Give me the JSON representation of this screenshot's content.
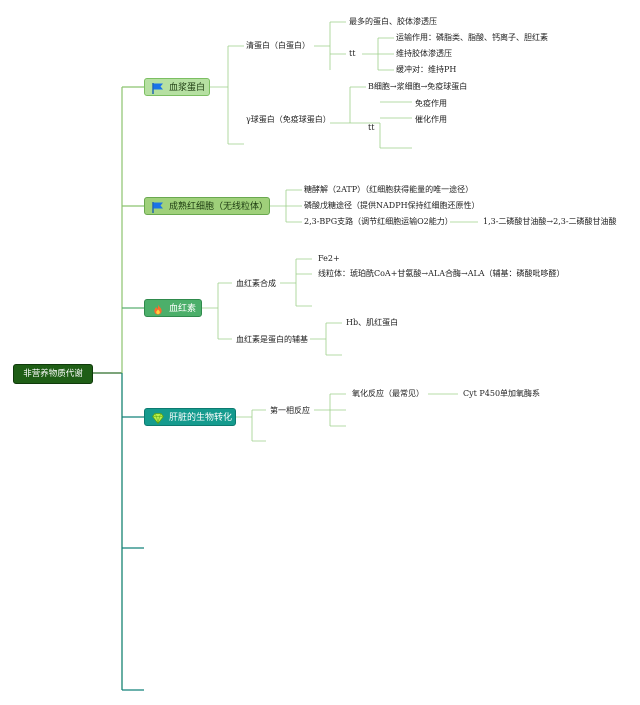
{
  "root": "非营养物质代谢",
  "branches": [
    {
      "label": "血浆蛋白",
      "icon": "flag-icon"
    },
    {
      "label": "成熟红细胞（无线粒体）",
      "icon": "flag-icon"
    },
    {
      "label": "血红素",
      "icon": "fire-icon"
    },
    {
      "label": "肝脏的生物转化",
      "icon": "gem-icon"
    }
  ],
  "b1": {
    "albumin": "清蛋白（白蛋白）",
    "albumin_c1": "最多的蛋白、胶体渗透压",
    "tt1": "tt",
    "transport": "运输作用：磷脂类、脂酸、钙离子、胆红素",
    "osmotic": "维持胶体渗透压",
    "buffer": "缓冲对：维持PH",
    "gamma": "γ球蛋白（免疫球蛋白）",
    "bcell": "B细胞→浆细胞→免疫球蛋白",
    "tt2": "tt",
    "immune": "免疫作用",
    "catalytic": "催化作用"
  },
  "b2": {
    "glycolysis": "糖酵解（2ATP）（红细胞获得能量的唯一途径）",
    "ppp": "磷酸戊糖途径（提供NADPH保持红细胞还原性）",
    "bpg": "2,3-BPG支路（调节红细胞运输O2能力）",
    "bpg_c": "1,3-二磷酸甘油酸→2,3-二磷酸甘油酸"
  },
  "b3": {
    "synth": "血红素合成",
    "fe": "Fe2+",
    "mito": "线粒体：琥珀酰CoA+甘氨酸→ALA合酶→ALA（辅基：磷酸吡哆醛）",
    "cofactor": "血红素是蛋白的辅基",
    "hb": "Hb、肌红蛋白"
  },
  "b4": {
    "phase1": "第一相反应",
    "oxid": "氧化反应（最常见）",
    "cyp": "Cyt P450单加氧酶系"
  }
}
